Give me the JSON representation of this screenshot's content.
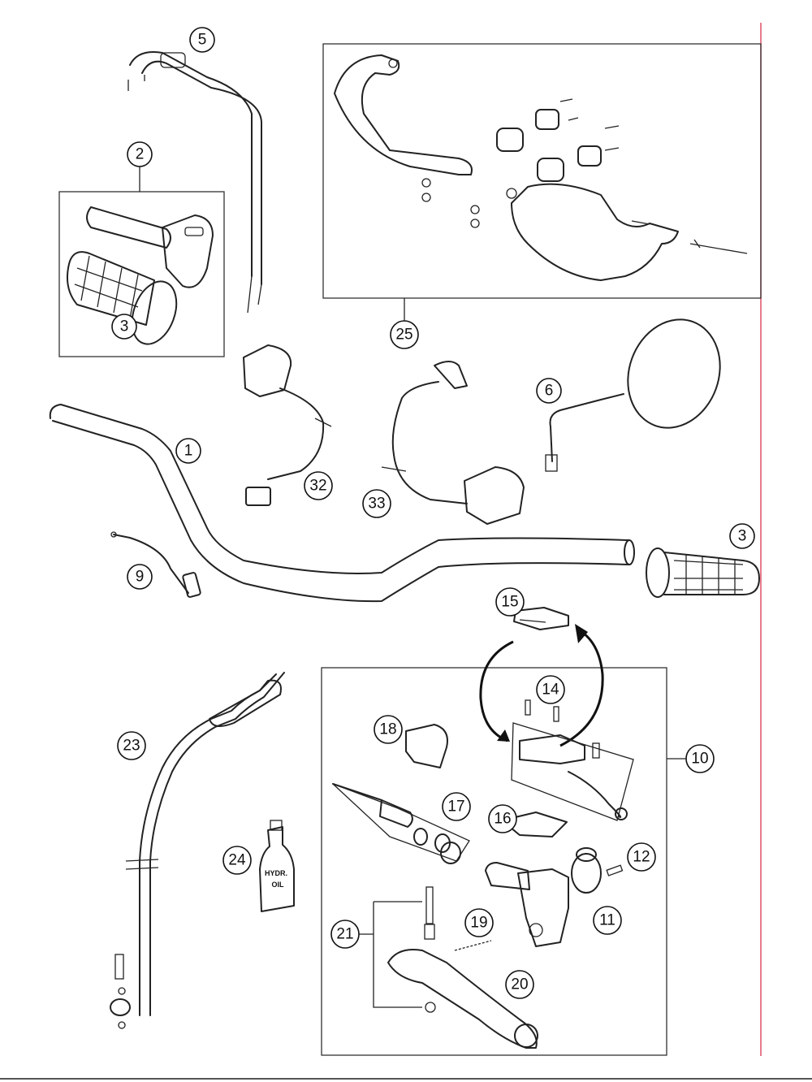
{
  "callouts": {
    "c1": "1",
    "c2": "2",
    "c3a": "3",
    "c3b": "3",
    "c5": "5",
    "c6": "6",
    "c9": "9",
    "c10": "10",
    "c11": "11",
    "c12": "12",
    "c14": "14",
    "c15": "15",
    "c16": "16",
    "c17": "17",
    "c18": "18",
    "c19": "19",
    "c20": "20",
    "c21": "21",
    "c23": "23",
    "c24": "24",
    "c25": "25",
    "c32": "32",
    "c33": "33"
  },
  "oil_bottle": {
    "line1": "HYDR.",
    "line2": "OIL"
  },
  "colors": {
    "edge_line": "#e0506a",
    "ink": "#222222"
  }
}
